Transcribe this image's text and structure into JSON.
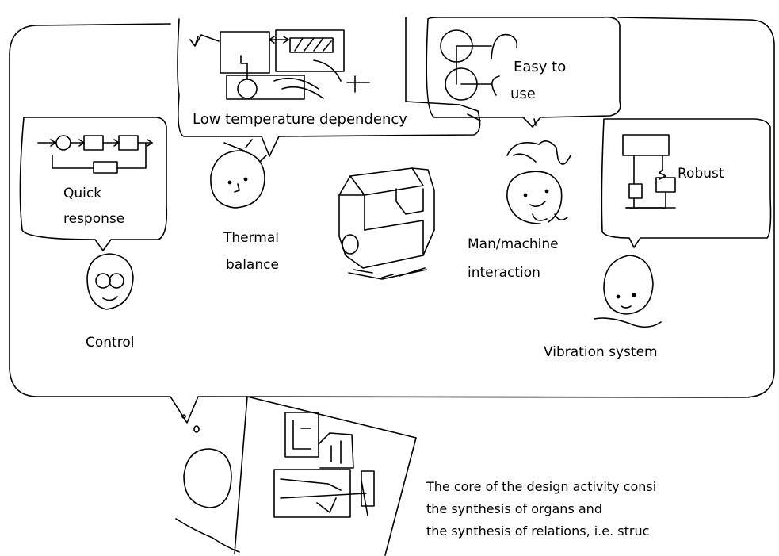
{
  "labels": {
    "low_temp": "Low temperature dependency",
    "easy": "Easy to",
    "use": "use",
    "quick": "Quick",
    "response": "response",
    "robust": "Robust",
    "thermal": "Thermal",
    "balance": "balance",
    "man_machine": "Man/machine",
    "interaction": "interaction",
    "control": "Control",
    "vibration": "Vibration system"
  },
  "caption": {
    "line1": "The core of the design activity consi",
    "line2": "the synthesis of organs and",
    "line3": "the synthesis of relations, i.e. struc"
  }
}
